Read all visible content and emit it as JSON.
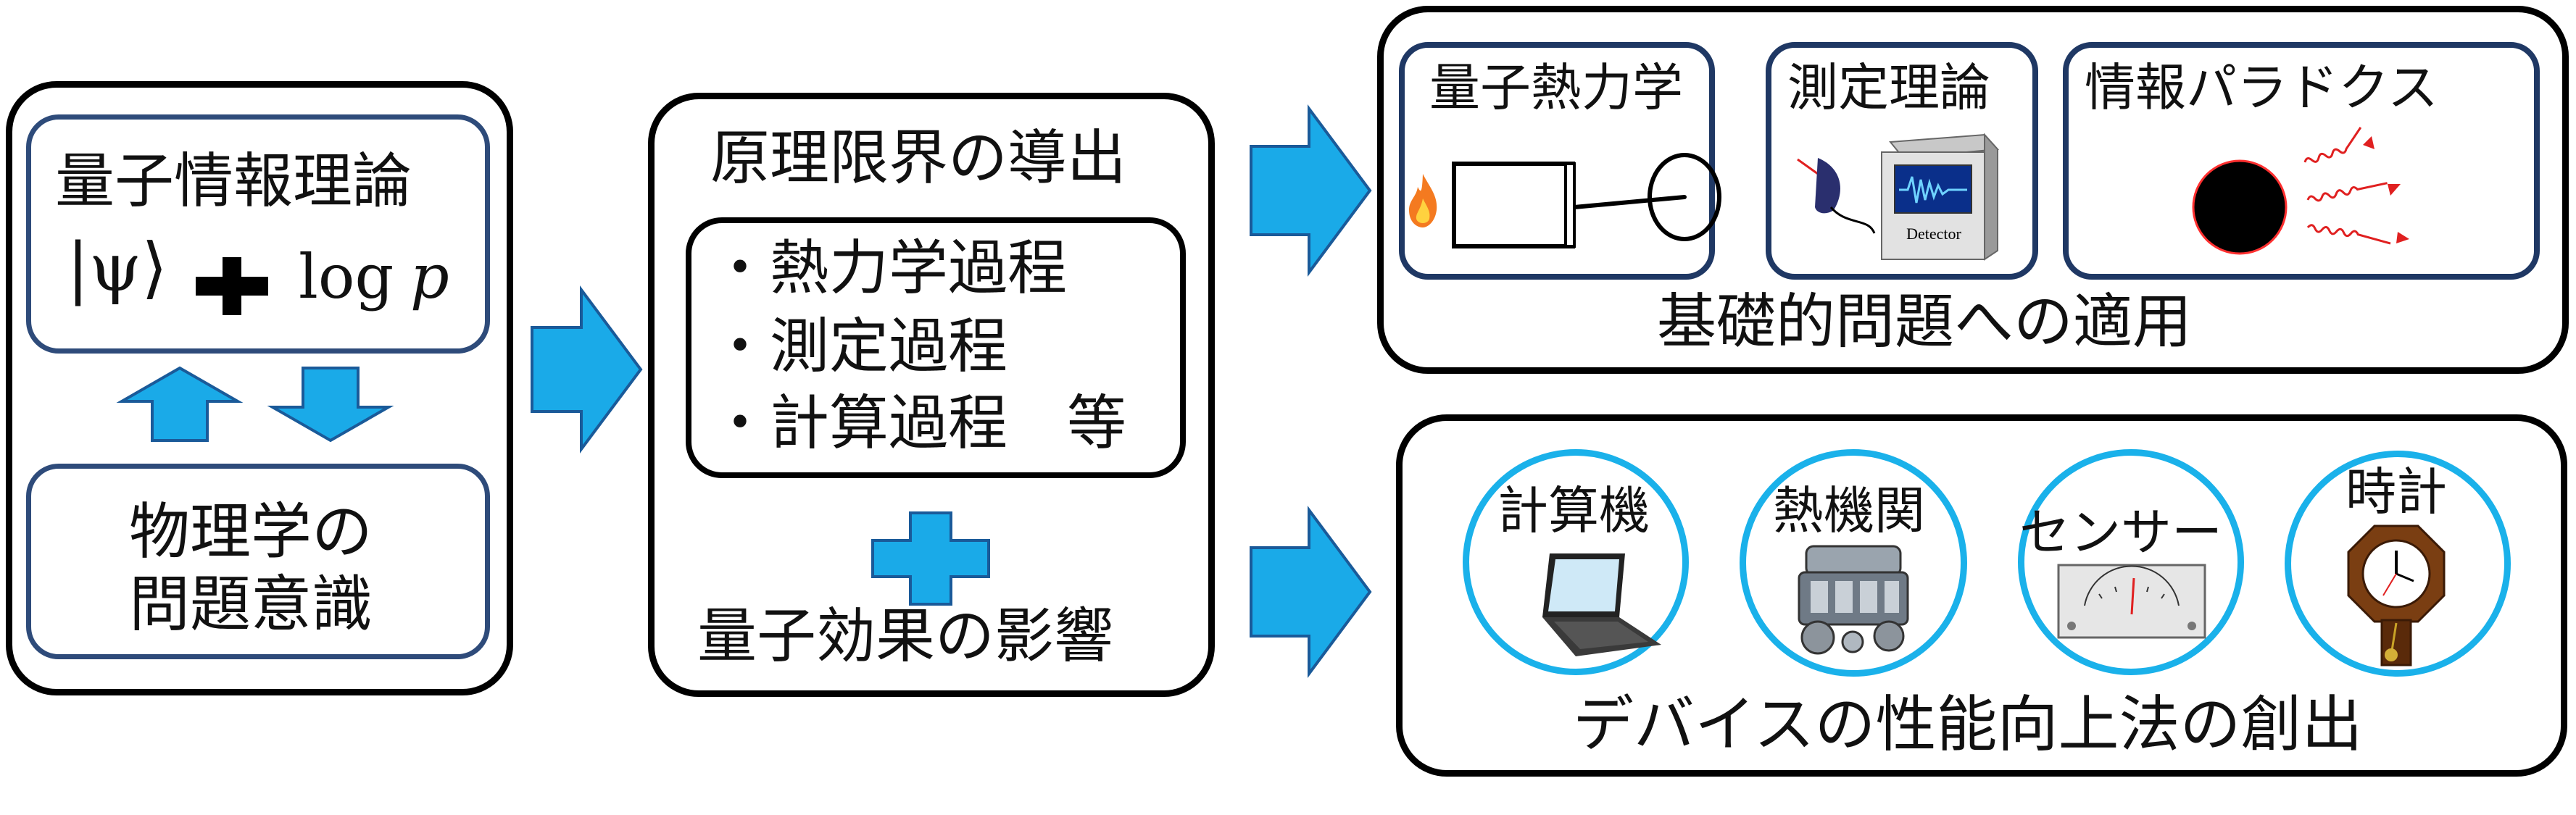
{
  "left_panel": {
    "top_box_title": "量子情報理論",
    "formula_ket": "|ψ⟩",
    "formula_log": "log",
    "formula_p": "p",
    "bottom_box_line1": "物理学の",
    "bottom_box_line2": "問題意識"
  },
  "middle_panel": {
    "title": "原理限界の導出",
    "items": [
      "・熱力学過程",
      "・測定過程",
      "・計算過程　等"
    ],
    "footer": "量子効果の影響"
  },
  "top_right_panel": {
    "cards": [
      {
        "title": "量子熱力学"
      },
      {
        "title": "測定理論",
        "device_label": "Detector"
      },
      {
        "title": "情報パラドクス"
      }
    ],
    "caption": "基礎的問題への適用"
  },
  "bottom_right_panel": {
    "devices": [
      "計算機",
      "熱機関",
      "センサー",
      "時計"
    ],
    "caption": "デバイスの性能向上法の創出"
  },
  "colors": {
    "arrow": "#1aaae8",
    "navy_border": "#1f3864",
    "blue_border": "#2e4b7a",
    "circle_border": "#1ab1ea",
    "wave_red": "#e02020"
  },
  "icons": [
    "flame-icon",
    "piston-icon",
    "flywheel-icon",
    "antenna-icon",
    "detector-icon",
    "black-hole-icon",
    "laptop-icon",
    "engine-icon",
    "gauge-icon",
    "pendulum-clock-icon",
    "plus-icon"
  ]
}
